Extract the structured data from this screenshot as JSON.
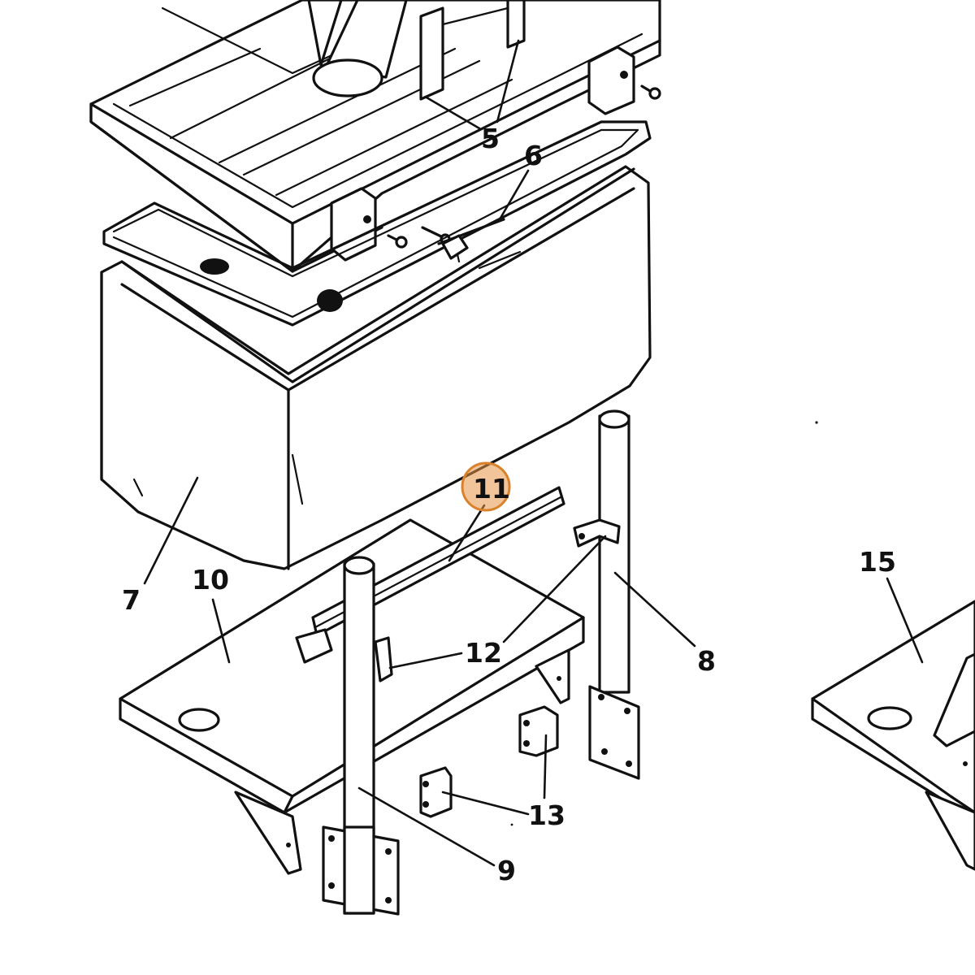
{
  "callouts": {
    "c5": "5",
    "c6": "6",
    "c7": "7",
    "c8": "8",
    "c9": "9",
    "c10": "10",
    "c11": "11",
    "c12": "12",
    "c13": "13",
    "c15": "15"
  },
  "highlight": {
    "callout": "11",
    "color": "#d9822b"
  }
}
